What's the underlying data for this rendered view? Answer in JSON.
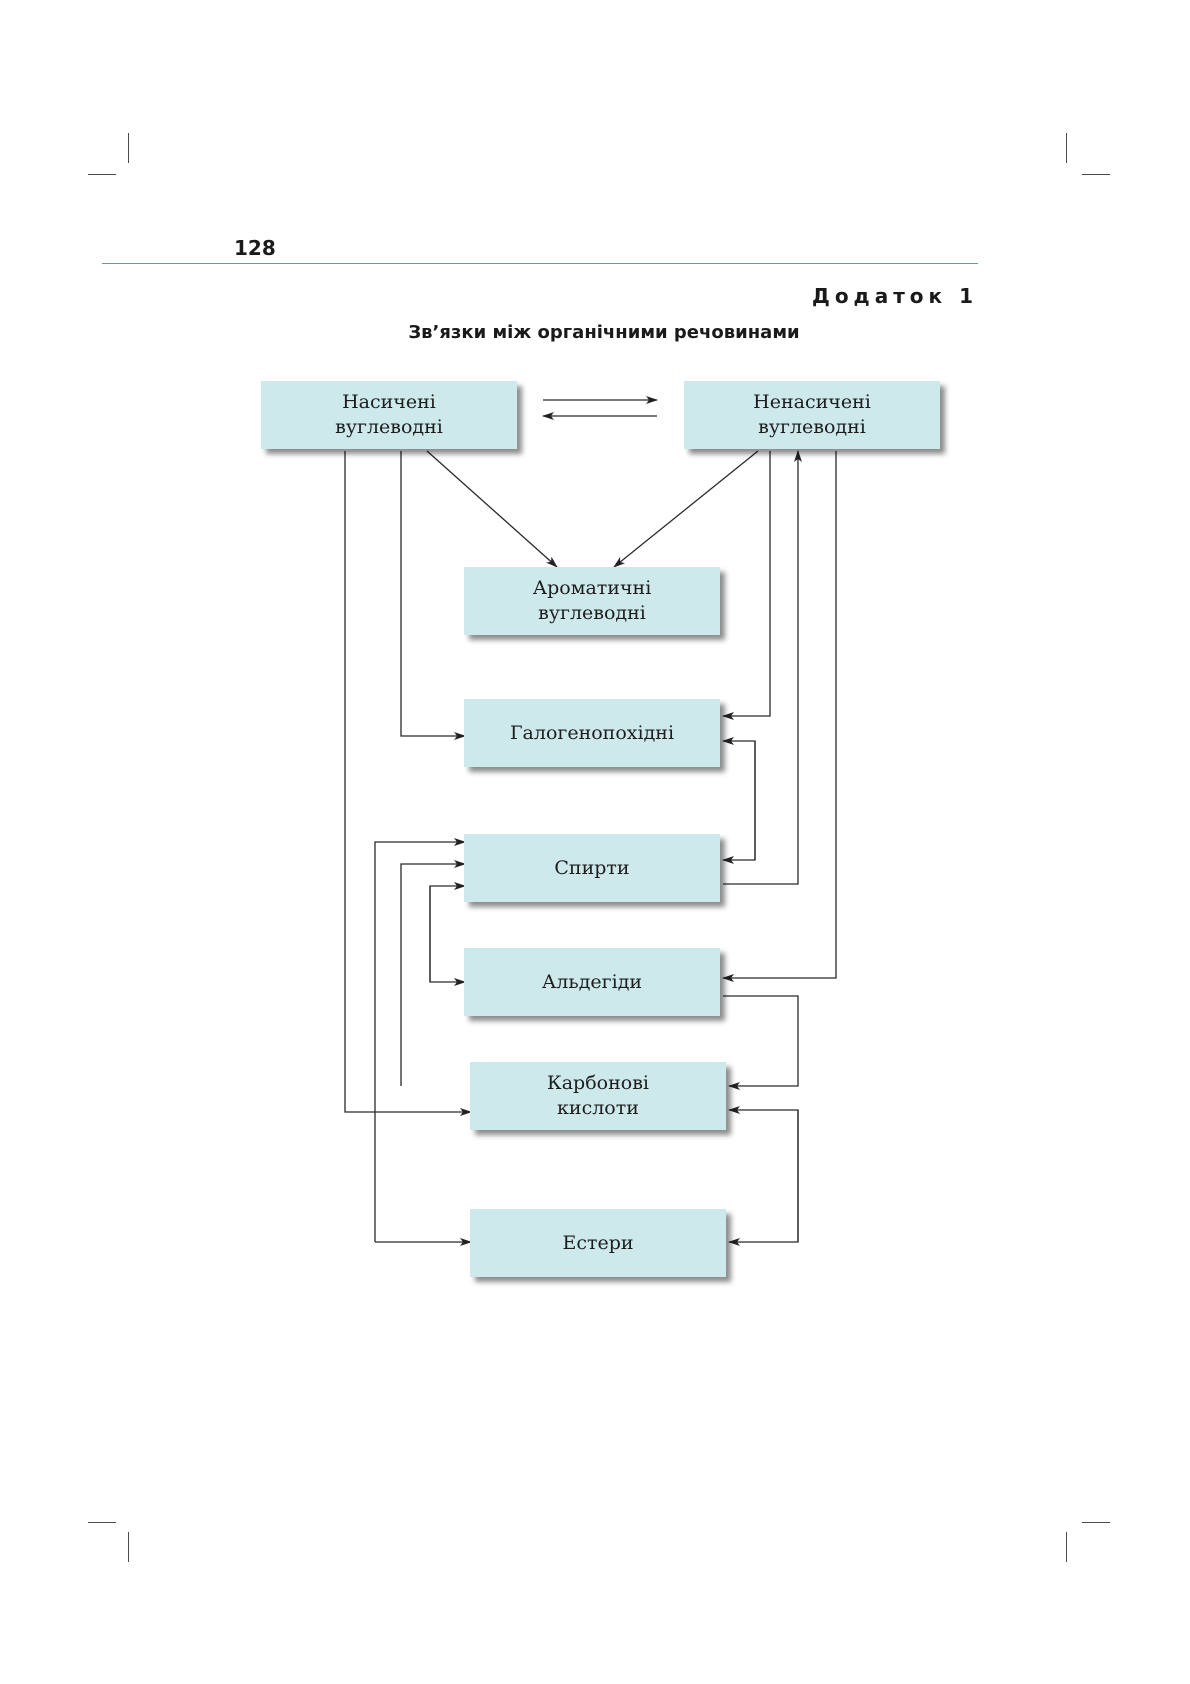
{
  "page": {
    "number": "128",
    "appendix": "Додаток 1",
    "title": "Зв’язки між органічними речовинами"
  },
  "nodes": {
    "saturated": [
      "Насичені",
      "вуглеводні"
    ],
    "unsaturated": [
      "Ненасичені",
      "вуглеводні"
    ],
    "aromatic": [
      "Ароматичні",
      "вуглеводні"
    ],
    "halogen": [
      "Галогенопохідні"
    ],
    "alcohols": [
      "Спирти"
    ],
    "aldehydes": [
      "Альдегіди"
    ],
    "carboxylic": [
      "Карбонові",
      "кислоти"
    ],
    "esters": [
      "Естери"
    ]
  },
  "edges": [
    {
      "from": "saturated",
      "to": "unsaturated"
    },
    {
      "from": "unsaturated",
      "to": "saturated"
    },
    {
      "from": "saturated",
      "to": "aromatic"
    },
    {
      "from": "unsaturated",
      "to": "aromatic"
    },
    {
      "from": "saturated",
      "to": "halogen"
    },
    {
      "from": "saturated",
      "to": "carboxylic"
    },
    {
      "from": "unsaturated",
      "to": "halogen"
    },
    {
      "from": "unsaturated",
      "to": "aldehydes"
    },
    {
      "from": "alcohols",
      "to": "unsaturated"
    },
    {
      "from": "halogen",
      "to": "alcohols"
    },
    {
      "from": "alcohols",
      "to": "halogen"
    },
    {
      "from": "alcohols",
      "to": "aldehydes"
    },
    {
      "from": "aldehydes",
      "to": "alcohols"
    },
    {
      "from": "carboxylic",
      "to": "alcohols"
    },
    {
      "from": "aldehydes",
      "to": "carboxylic"
    },
    {
      "from": "esters",
      "to": "alcohols"
    },
    {
      "from": "esters",
      "to": "carboxylic"
    },
    {
      "from": "carboxylic",
      "to": "esters"
    }
  ]
}
